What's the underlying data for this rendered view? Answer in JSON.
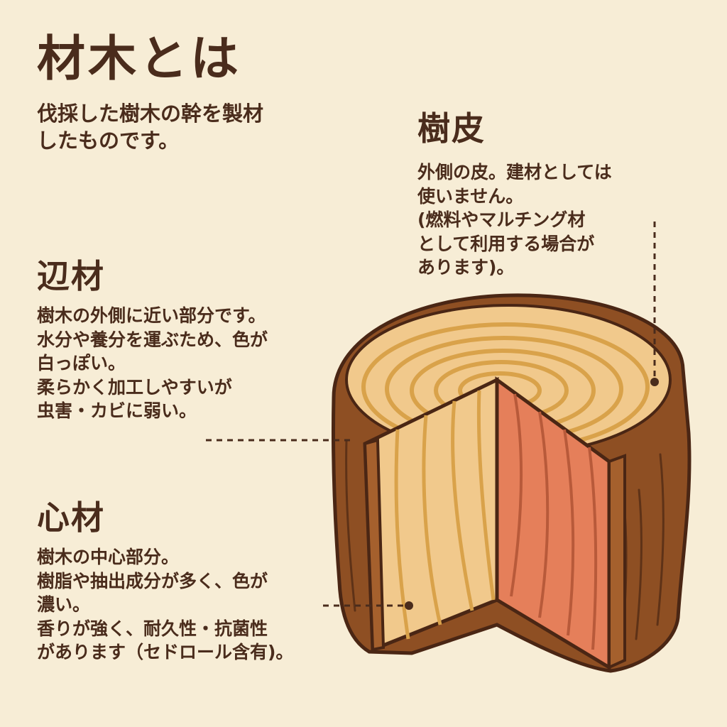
{
  "intro": {
    "title": "材木とは",
    "lines": [
      "伐採した樹木の幹を製材",
      "したものです。"
    ]
  },
  "bark": {
    "heading": "樹皮",
    "lines": [
      "外側の皮。建材としては",
      "使いません。",
      "(燃料やマルチング材",
      "として利用する場合が",
      "あります)。"
    ]
  },
  "sapwood": {
    "heading": "辺材",
    "lines": [
      "樹木の外側に近い部分です。",
      "水分や養分を運ぶため、色が",
      "白っぽい。",
      "柔らかく加工しやすいが",
      "虫害・カビに弱い。"
    ]
  },
  "heartwood": {
    "heading": "心材",
    "lines": [
      "樹木の中心部分。",
      "樹脂や抽出成分が多く、色が",
      "濃い。",
      "香りが強く、耐久性・抗菌性",
      "があります（セドロール含有)。"
    ]
  },
  "colors": {
    "background": "#f7edd6",
    "text": "#4a2c1c",
    "bark": "#8e4f23",
    "sapwood": "#f1c98c",
    "heartwood": "#e57f5a",
    "ring": "#d9a24a"
  }
}
